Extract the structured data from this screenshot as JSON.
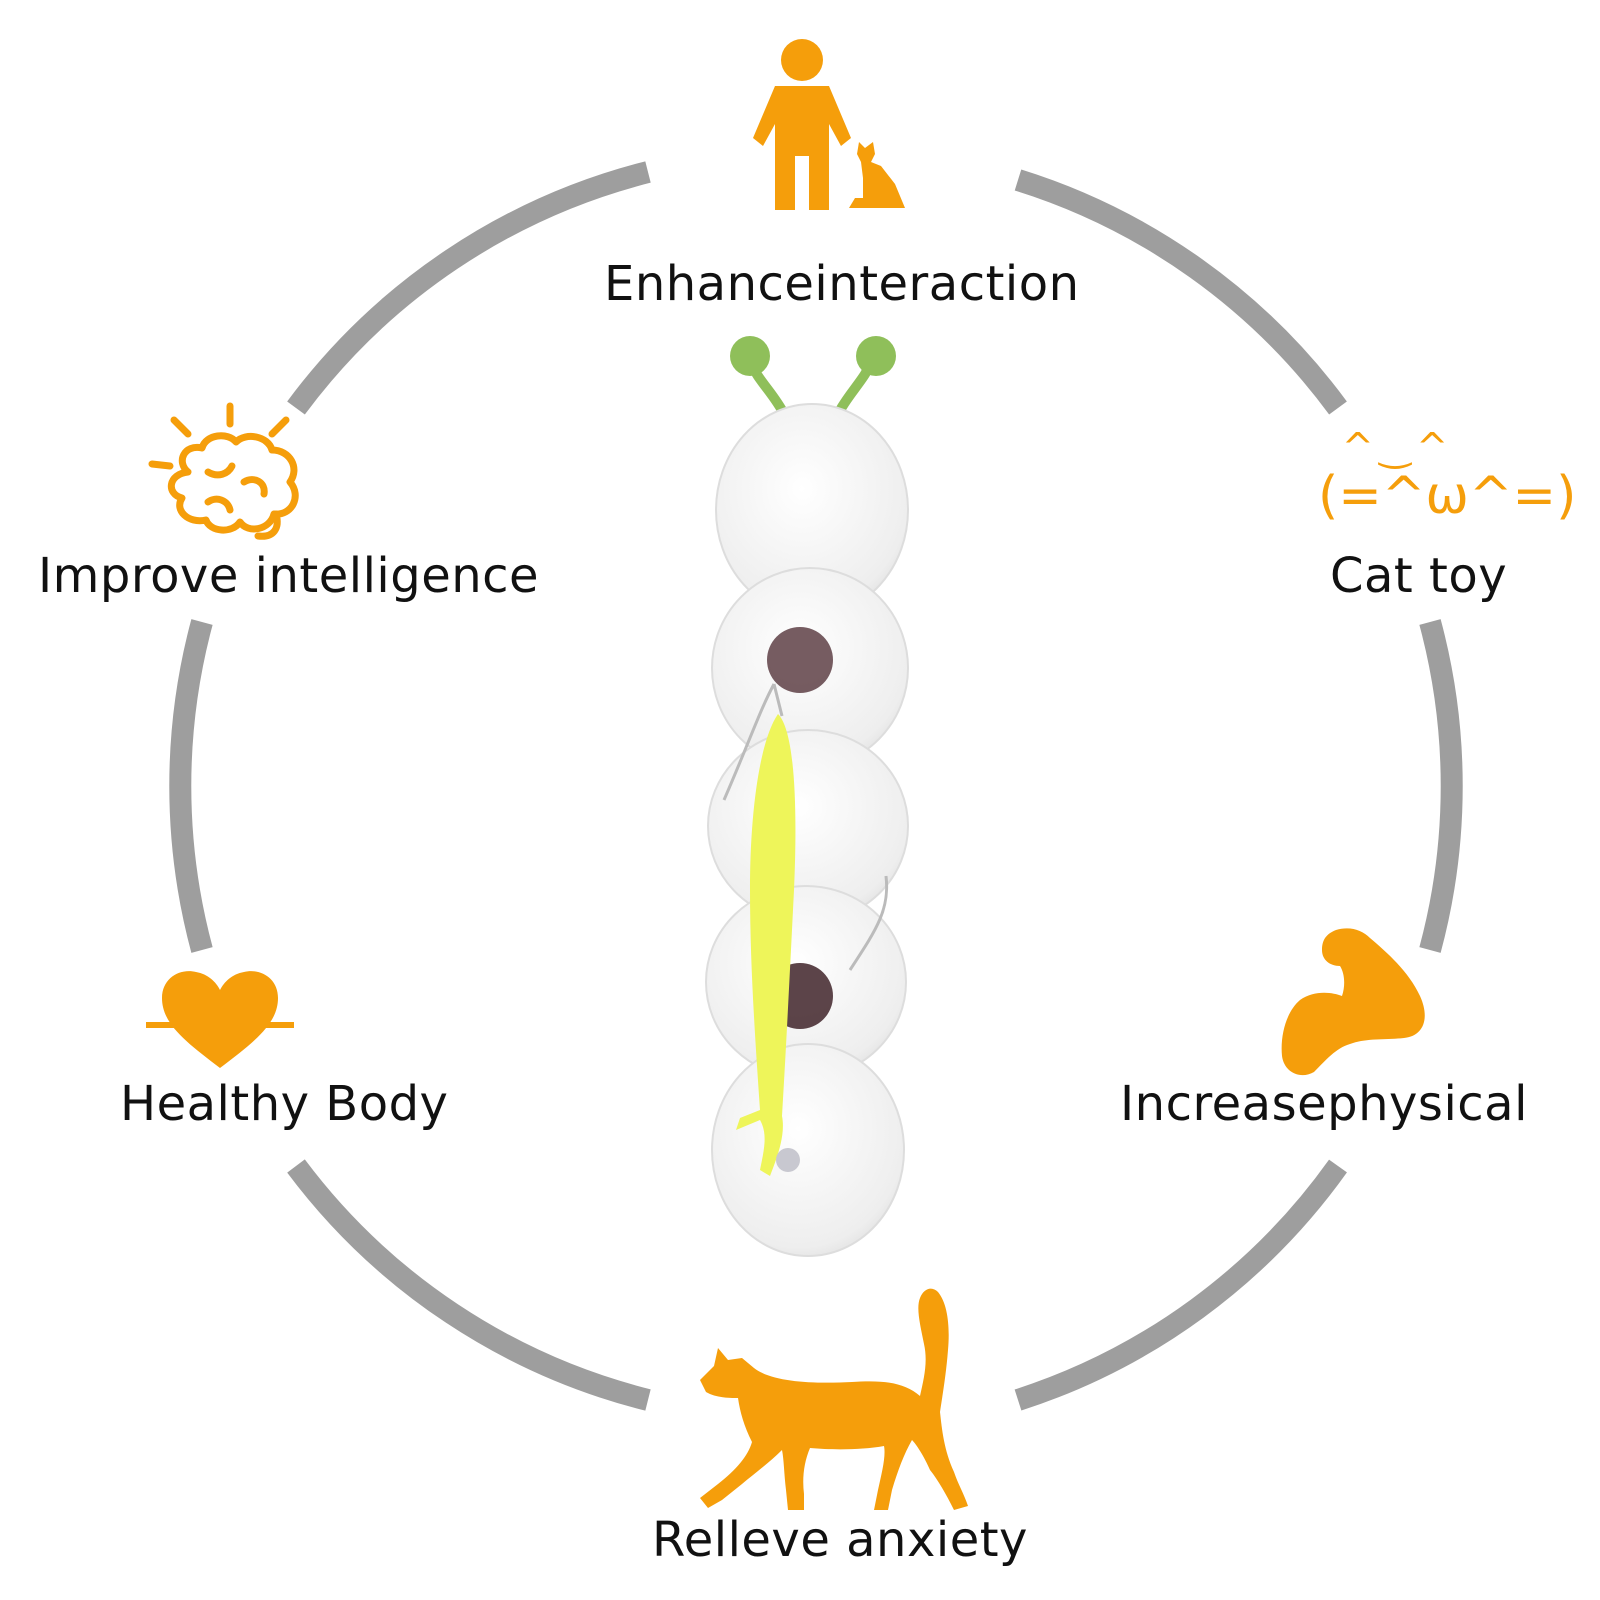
{
  "features": {
    "interaction": {
      "label": "Enhanceinteraction",
      "icon": "person-with-dog-icon"
    },
    "intelligence": {
      "label": "Improve intelligence",
      "icon": "brain-icon"
    },
    "cat_toy": {
      "label": "Cat toy",
      "icon": "cat-emoticon-icon",
      "emoticon_ears": "^‿^",
      "emoticon_face": "(=^ω^=)"
    },
    "healthy_body": {
      "label": "Healthy Body",
      "icon": "heart-icon"
    },
    "physical": {
      "label": "Increasephysical",
      "icon": "flexed-arm-icon"
    },
    "anxiety": {
      "label": "Relleve anxiety",
      "icon": "walking-cat-icon"
    }
  },
  "colors": {
    "accent": "#f59e0b",
    "ring": "#9e9e9e",
    "text": "#111111",
    "toy_body": "#f3f3f3",
    "toy_antenna": "#8fbf5a",
    "toy_ball": "#5e3f45",
    "toy_feather": "#eef55a"
  }
}
